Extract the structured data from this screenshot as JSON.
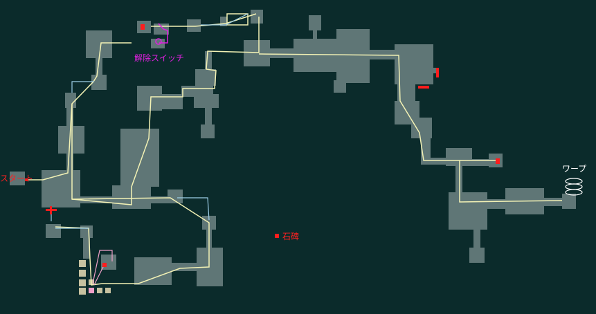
{
  "map": {
    "background": "#0b2b2b",
    "room_color": "#5f7676",
    "route_color": "#f3f2b5",
    "sub_route_color": "#9ecfe8",
    "marker_red": "#ff1d1d",
    "marker_magenta": "#e020e0",
    "tile_color": "#c7c2a0",
    "tile_pink": "#f0a0c8"
  },
  "labels": {
    "start": "スタート",
    "switch": "解除スイッチ",
    "monument": "石碑",
    "warp": "ワープ"
  },
  "markers": [
    {
      "id": "switch-marker",
      "type": "red"
    },
    {
      "id": "start-marker",
      "type": "red"
    },
    {
      "id": "monument-marker",
      "type": "red"
    },
    {
      "id": "east-gate-marker",
      "type": "red"
    },
    {
      "id": "lower-room-marker",
      "type": "red"
    }
  ]
}
